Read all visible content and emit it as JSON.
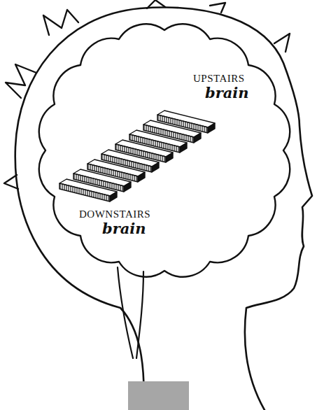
{
  "diagram": {
    "labels": [
      "UPSTAIRS",
      "brain",
      "DOWNSTAIRS",
      "brain"
    ]
  }
}
